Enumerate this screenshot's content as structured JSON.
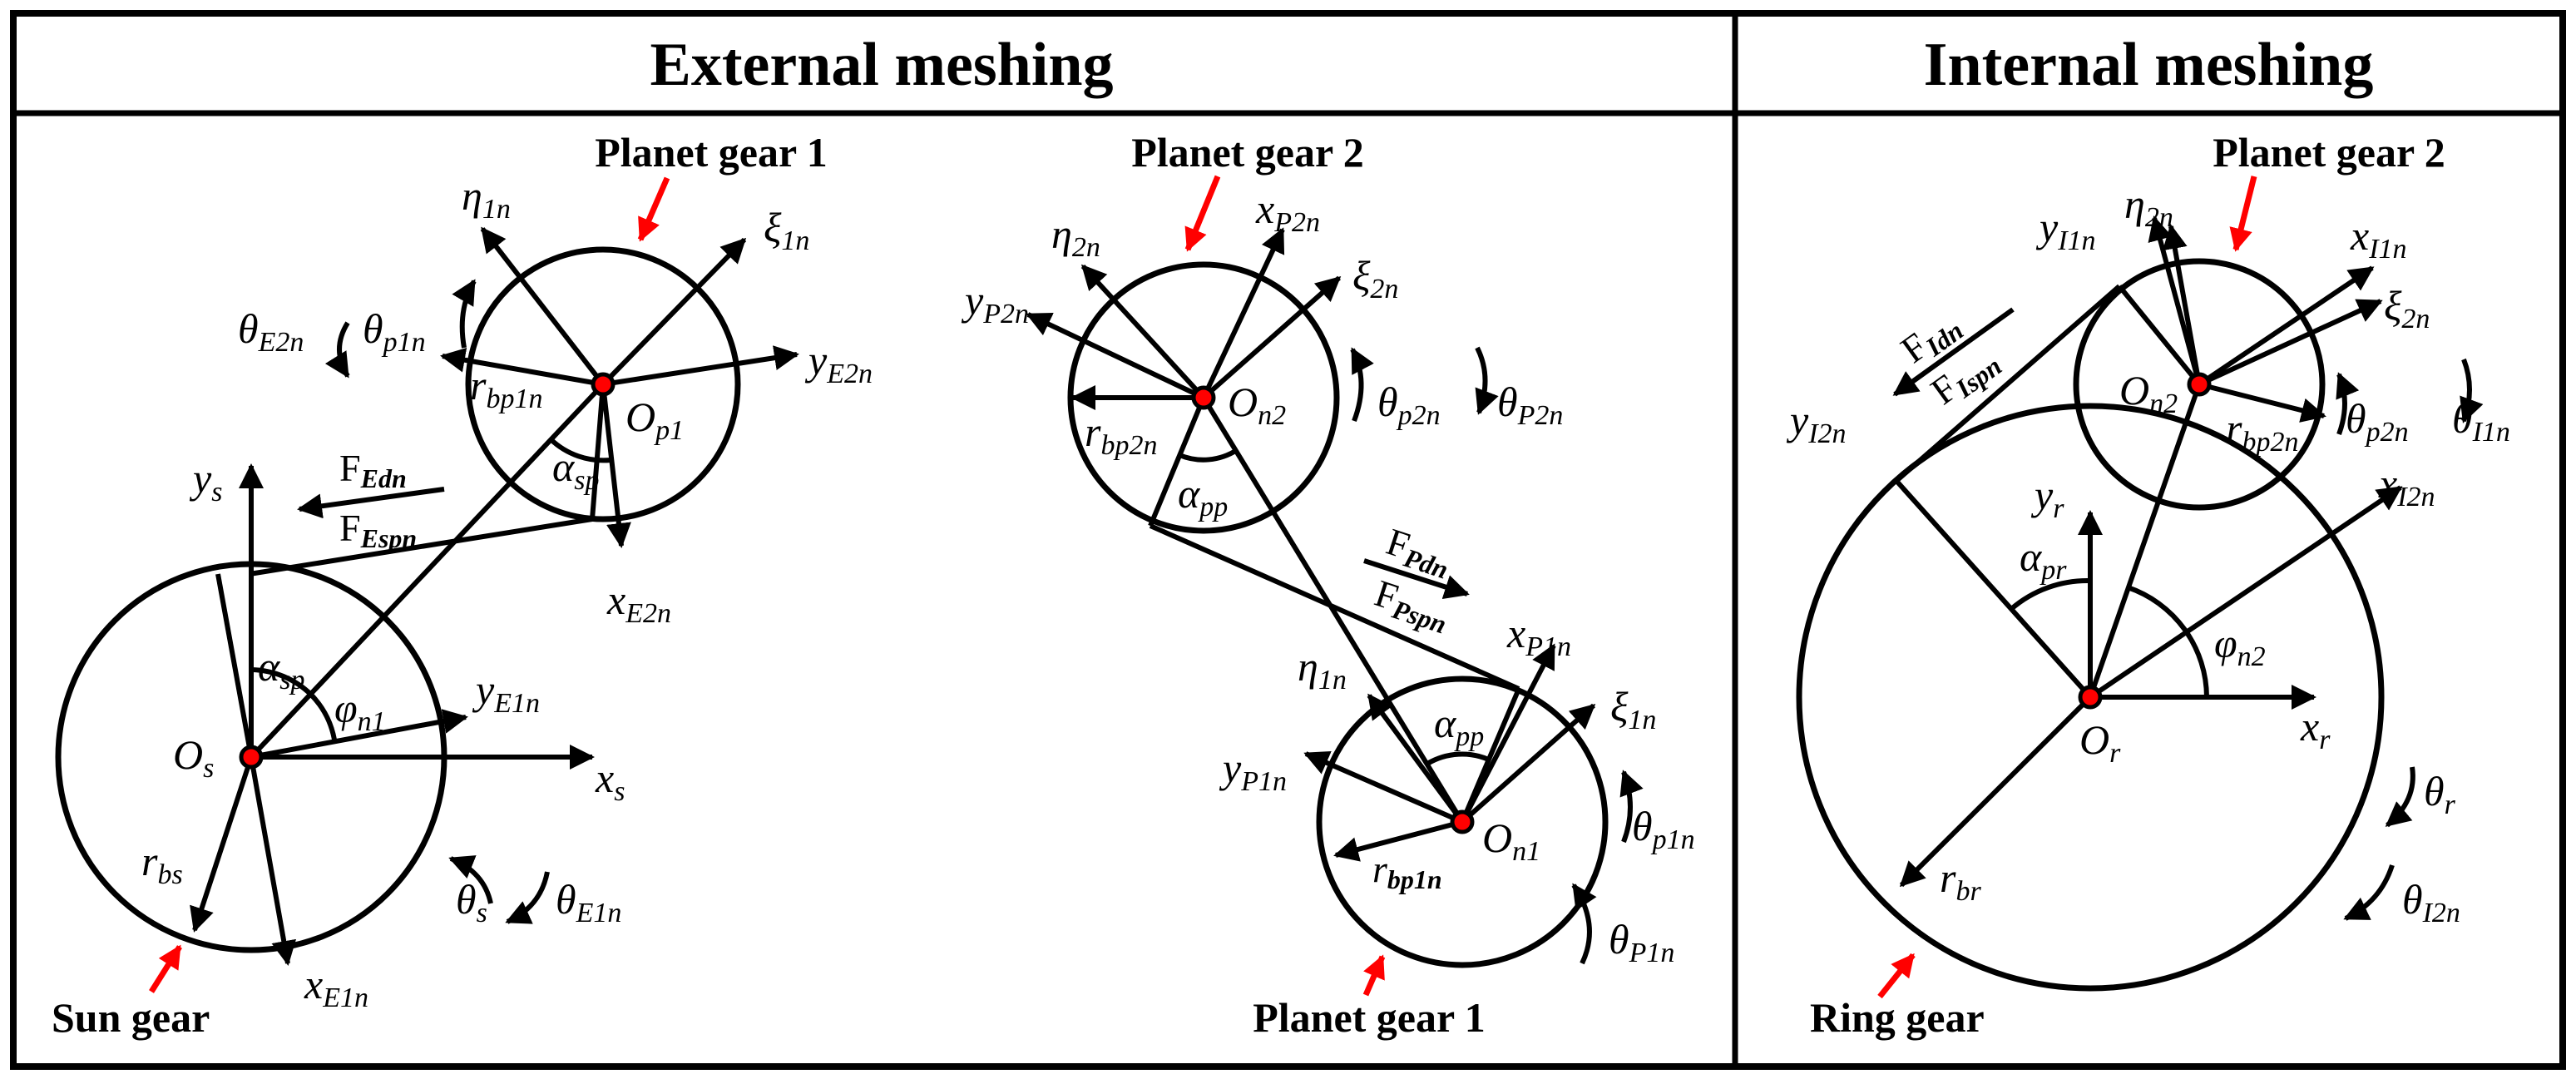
{
  "headers": {
    "external": "External meshing",
    "internal": "Internal meshing"
  },
  "gear_labels": {
    "ext_planet1_top": "Planet gear 1",
    "ext_planet2": "Planet gear 2",
    "ext_planet1_bottom": "Planet gear 1",
    "sun": "Sun gear",
    "int_planet2": "Planet gear 2",
    "ring": "Ring gear"
  },
  "symbols": {
    "eta1n_a": {
      "base": "η",
      "sub": "1n"
    },
    "xi1n_a": {
      "base": "ξ",
      "sub": "1n"
    },
    "theta_E2n": {
      "base": "θ",
      "sub": "E2n"
    },
    "theta_p1n_a": {
      "base": "θ",
      "sub": "p1n"
    },
    "r_bp1n_a": {
      "base": "r",
      "sub": "bp1n"
    },
    "O_p1": {
      "base": "O",
      "sub": "p1"
    },
    "y_E2n": {
      "base": "y",
      "sub": "E2n"
    },
    "alpha_sp_a": {
      "base": "α",
      "sub": "sp"
    },
    "y_s": {
      "base": "y",
      "sub": "s"
    },
    "F_Edn": {
      "base": "F",
      "sub": "Edn"
    },
    "F_Espn": {
      "base": "F",
      "sub": "Espn"
    },
    "x_E2n": {
      "base": "x",
      "sub": "E2n"
    },
    "alpha_sp_b": {
      "base": "α",
      "sub": "sp"
    },
    "phi_n1_a": {
      "base": "φ",
      "sub": "n1"
    },
    "y_E1n": {
      "base": "y",
      "sub": "E1n"
    },
    "O_s": {
      "base": "O",
      "sub": "s"
    },
    "x_s": {
      "base": "x",
      "sub": "s"
    },
    "r_bs": {
      "base": "r",
      "sub": "bs"
    },
    "theta_s": {
      "base": "θ",
      "sub": "s"
    },
    "theta_E1n": {
      "base": "θ",
      "sub": "E1n"
    },
    "x_E1n": {
      "base": "x",
      "sub": "E1n"
    },
    "x_P2n": {
      "base": "x",
      "sub": "P2n"
    },
    "eta2n_a": {
      "base": "η",
      "sub": "2n"
    },
    "xi2n_a": {
      "base": "ξ",
      "sub": "2n"
    },
    "y_P2n": {
      "base": "y",
      "sub": "P2n"
    },
    "O_n2_a": {
      "base": "O",
      "sub": "n2"
    },
    "r_bp2n_a": {
      "base": "r",
      "sub": "bp2n"
    },
    "theta_p2n_a": {
      "base": "θ",
      "sub": "p2n"
    },
    "theta_P2n": {
      "base": "θ",
      "sub": "P2n"
    },
    "alpha_pp_a": {
      "base": "α",
      "sub": "pp"
    },
    "F_Pdn": {
      "base": "F",
      "sub": "Pdn"
    },
    "F_Pspn": {
      "base": "F",
      "sub": "Pspn"
    },
    "x_P1n": {
      "base": "x",
      "sub": "P1n"
    },
    "eta1n_b": {
      "base": "η",
      "sub": "1n"
    },
    "alpha_pp_b": {
      "base": "α",
      "sub": "pp"
    },
    "xi1n_b": {
      "base": "ξ",
      "sub": "1n"
    },
    "y_P1n": {
      "base": "y",
      "sub": "P1n"
    },
    "O_n1": {
      "base": "O",
      "sub": "n1"
    },
    "theta_p1n_b": {
      "base": "θ",
      "sub": "p1n"
    },
    "r_bp1n_b": {
      "base": "r",
      "sub": "bp1n"
    },
    "theta_P1n": {
      "base": "θ",
      "sub": "P1n"
    },
    "y_I1n": {
      "base": "y",
      "sub": "I1n"
    },
    "eta2n_b": {
      "base": "η",
      "sub": "2n"
    },
    "x_I1n": {
      "base": "x",
      "sub": "I1n"
    },
    "F_Idn": {
      "base": "F",
      "sub": "Idn"
    },
    "F_Ispn": {
      "base": "F",
      "sub": "Ispn"
    },
    "xi2n_b": {
      "base": "ξ",
      "sub": "2n"
    },
    "O_n2_b": {
      "base": "O",
      "sub": "n2"
    },
    "y_I2n": {
      "base": "y",
      "sub": "I2n"
    },
    "r_bp2n_b": {
      "base": "r",
      "sub": "bp2n"
    },
    "theta_p2n_b": {
      "base": "θ",
      "sub": "p2n"
    },
    "theta_I1n": {
      "base": "θ",
      "sub": "I1n"
    },
    "x_I2n": {
      "base": "x",
      "sub": "I2n"
    },
    "y_r": {
      "base": "y",
      "sub": "r"
    },
    "alpha_pr": {
      "base": "α",
      "sub": "pr"
    },
    "phi_n2": {
      "base": "φ",
      "sub": "n2"
    },
    "O_r": {
      "base": "O",
      "sub": "r"
    },
    "x_r": {
      "base": "x",
      "sub": "r"
    },
    "theta_r": {
      "base": "θ",
      "sub": "r"
    },
    "r_br": {
      "base": "r",
      "sub": "br"
    },
    "theta_I2n": {
      "base": "θ",
      "sub": "I2n"
    }
  },
  "colors": {
    "line": "#000000",
    "center_dot": "#ff0000",
    "pointer_arrow": "#ff0000",
    "background": "#ffffff"
  }
}
